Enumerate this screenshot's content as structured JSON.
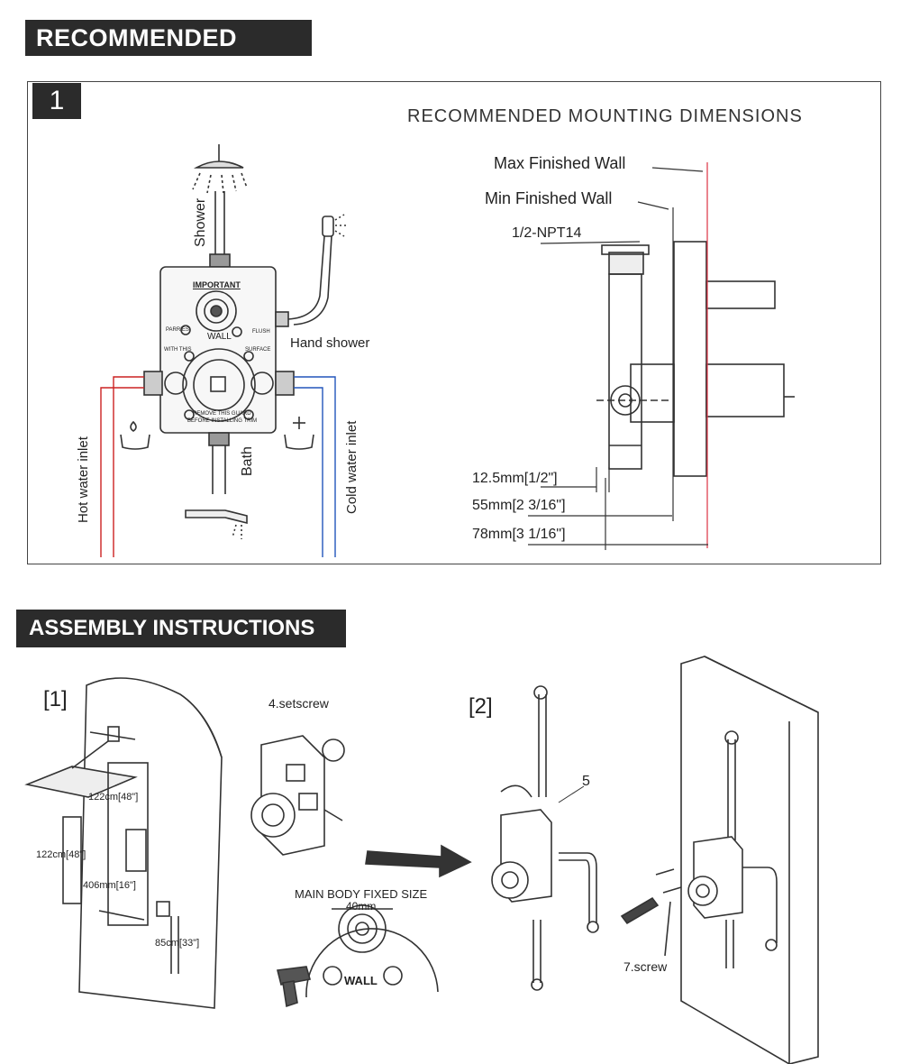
{
  "header": {
    "recommended": "RECOMMENDED",
    "assembly": "ASSEMBLY INSTRUCTIONS"
  },
  "step1": {
    "number": "1",
    "title": "RECOMMENDED MOUNTING DIMENSIONS",
    "valve": {
      "important": "IMPORTANT",
      "wall": "WALL",
      "parallel": "PARRIES",
      "flush": "FLUSH",
      "with_this": "WITH THIS",
      "surface": "SURFACE",
      "remove_guard": "REMOVE THIS GUARD",
      "before_install": "BEFORE INSTALLING TRIM"
    },
    "labels": {
      "shower": "Shower",
      "hand_shower": "Hand shower",
      "bath": "Bath",
      "hot_inlet": "Hot water inlet",
      "cold_inlet": "Cold water inlet"
    },
    "dims": {
      "max_wall": "Max Finished Wall",
      "min_wall": "Min Finished Wall",
      "npt": "1/2-NPT14",
      "d1": "12.5mm[1/2\"]",
      "d2": "55mm[2 3/16\"]",
      "d3": "78mm[3 1/16\"]"
    }
  },
  "assembly": {
    "step1_label": "[1]",
    "step2_label": "[2]",
    "h1": "122cm[48\"]",
    "h2": "122cm[48\"]",
    "h3": "406mm[16\"]",
    "h4": "85cm[33\"]",
    "setscrew": "4.setscrew",
    "main_body": "MAIN BODY FIXED SIZE",
    "size": "40mm",
    "wall": "WALL",
    "part5": "5",
    "screw": "7.screw"
  },
  "colors": {
    "hot": "#cc2222",
    "cold": "#2255bb",
    "max_wall_line": "#dd3344",
    "banner": "#2b2b2b"
  }
}
